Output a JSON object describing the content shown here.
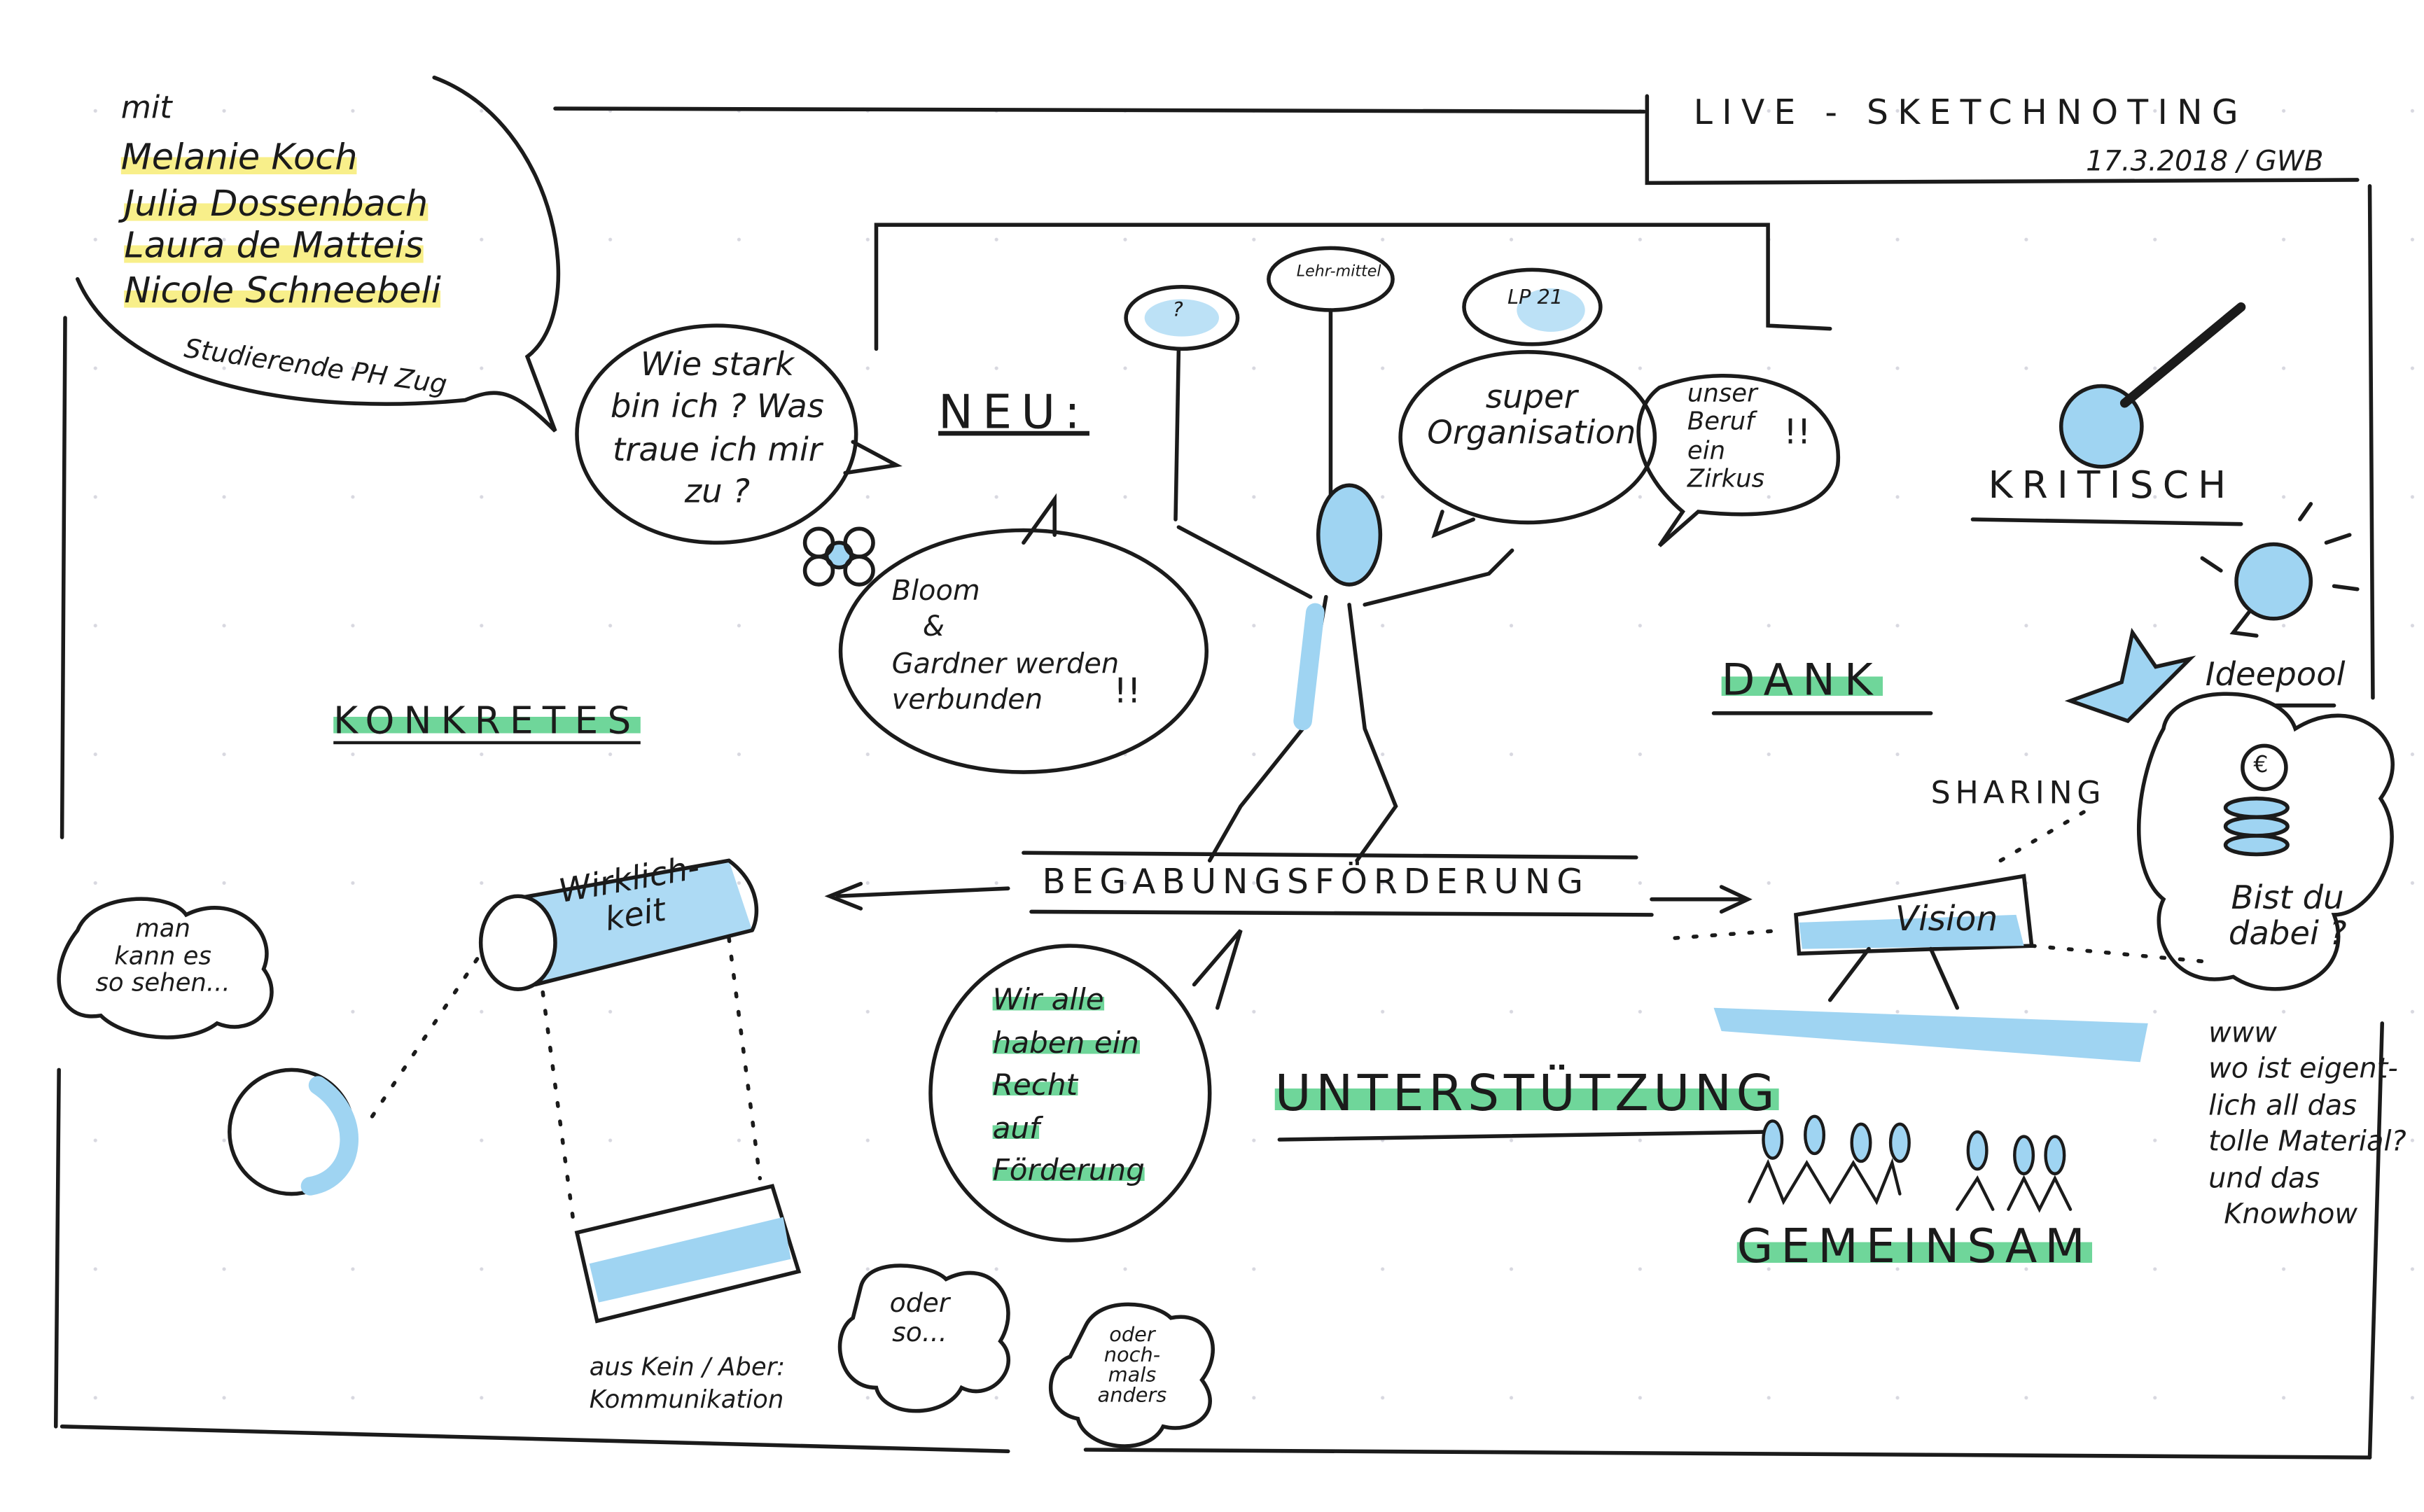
{
  "header": {
    "title": "LIVE - SKETCHNOTING",
    "date_place": "17.3.2018 / GWB"
  },
  "credits": {
    "intro": "mit",
    "names": [
      "Melanie Koch",
      "Julia Dossenbach",
      "Laura de Matteis",
      "Nicole Schneebeli"
    ],
    "role": "Studierende PH Zug"
  },
  "bubbles": {
    "wie_stark": [
      "Wie stark",
      "bin ich ? Was",
      "traue ich mir",
      "zu ?"
    ],
    "super_org": [
      "super",
      "Organisation"
    ],
    "zirkus": [
      "unser",
      "Beruf",
      "ein",
      "Zirkus"
    ],
    "zirkus_mark": "!!",
    "bloom": [
      "Bloom",
      "&",
      "Gardner werden",
      "verbunden"
    ],
    "bloom_mark": "!!",
    "recht": [
      "Wir alle",
      "haben ein",
      "Recht",
      "auf",
      "Förderung"
    ],
    "man_kann": [
      "man",
      "kann es",
      "so sehen..."
    ],
    "oder_so": [
      "oder",
      "so..."
    ],
    "nochmals": [
      "oder",
      "noch-",
      "mals",
      "anders"
    ],
    "bist_du": [
      "Bist du",
      "dabei ?"
    ]
  },
  "plates": {
    "left": "?",
    "middle": "Lehr-mittel",
    "right": "LP 21"
  },
  "labels": {
    "neu": "NEU:",
    "kritisch": "KRITISCH",
    "ideepool": "Ideepool",
    "dank": "DANK",
    "sharing": "SHARING",
    "konkretes": "KONKRETES",
    "wirklichkeit": [
      "Wirklich-",
      "keit"
    ],
    "begabung": "BEGABUNGSFÖRDERUNG",
    "vision": "Vision",
    "unterstuetzung": "UNTERSTÜTZUNG",
    "gemeinsam": "GEMEINSAM",
    "euro": "€",
    "kommunikation": [
      "aus Kein / Aber:",
      "Kommunikation"
    ],
    "www": [
      "www",
      "wo ist eigent-",
      "lich all das",
      "tolle Material?",
      "und das",
      "Knowhow"
    ]
  },
  "colors": {
    "ink": "#1b1b1b",
    "blue": "#9fd4f2",
    "green": "#6fd69a",
    "yellow": "#f8ef8a"
  }
}
